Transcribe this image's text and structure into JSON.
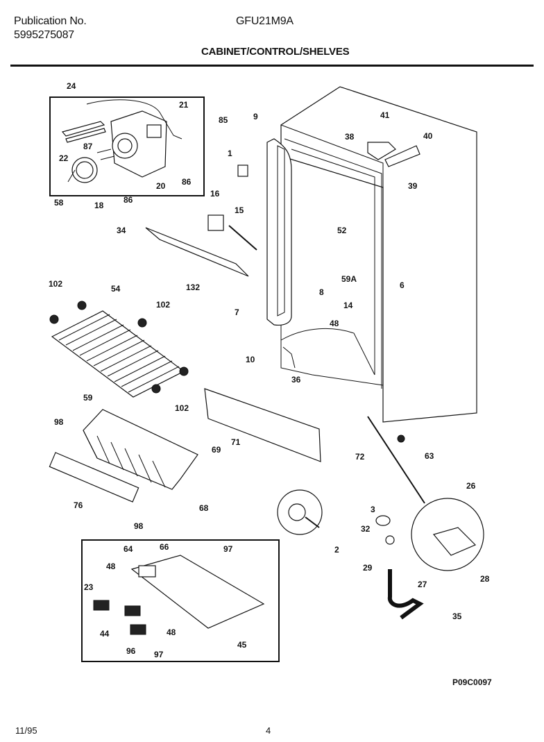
{
  "header": {
    "publication_label": "Publication No.",
    "publication_number": "5995275087",
    "model": "GFU21M9A",
    "section_title": "CABINET/CONTROL/SHELVES"
  },
  "footer": {
    "date": "11/95",
    "page": "4",
    "drawing_code": "P09C0097"
  },
  "callouts": [
    "24",
    "21",
    "85",
    "87",
    "22",
    "20",
    "86",
    "58",
    "18",
    "86",
    "9",
    "1",
    "41",
    "38",
    "40",
    "39",
    "16",
    "15",
    "34",
    "52",
    "6",
    "132",
    "102",
    "54",
    "102",
    "59A",
    "8",
    "14",
    "7",
    "48",
    "10",
    "36",
    "102",
    "59",
    "98",
    "69",
    "71",
    "72",
    "63",
    "76",
    "68",
    "98",
    "26",
    "3",
    "2",
    "32",
    "27",
    "29",
    "28",
    "35",
    "66",
    "97",
    "64",
    "48",
    "23",
    "44",
    "48",
    "96",
    "97",
    "45"
  ]
}
